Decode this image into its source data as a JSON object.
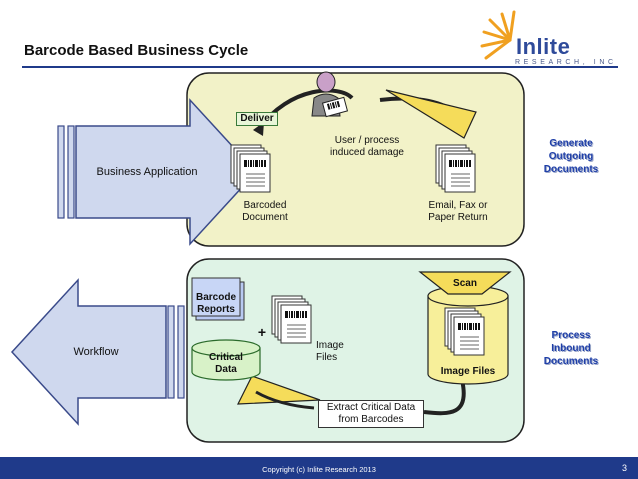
{
  "title": "Barcode Based Business Cycle",
  "logo": {
    "word": "Inlite",
    "sub": "RESEARCH, INC"
  },
  "top": {
    "business_application": "Business Application",
    "deliver": "Deliver",
    "user_damage": [
      "User / process",
      "induced damage"
    ],
    "barcoded_document": [
      "Barcoded",
      "Document"
    ],
    "email_fax": [
      "Email, Fax or",
      "Paper Return"
    ],
    "generate": [
      "Generate",
      "Outgoing",
      "Documents"
    ]
  },
  "bottom": {
    "workflow": "Workflow",
    "barcode_reports": [
      "Barcode",
      "Reports"
    ],
    "plus": "+",
    "critical_data": [
      "Critical",
      "Data"
    ],
    "image_files": [
      "Image",
      "Files"
    ],
    "scan": "Scan",
    "image_files_db": "Image Files",
    "extract": [
      "Extract Critical Data",
      "from Barcodes"
    ],
    "process": [
      "Process",
      "Inbound",
      "Documents"
    ]
  },
  "footer": {
    "copyright": "Copyright (c) Inlite Research 2013",
    "page": "3"
  }
}
